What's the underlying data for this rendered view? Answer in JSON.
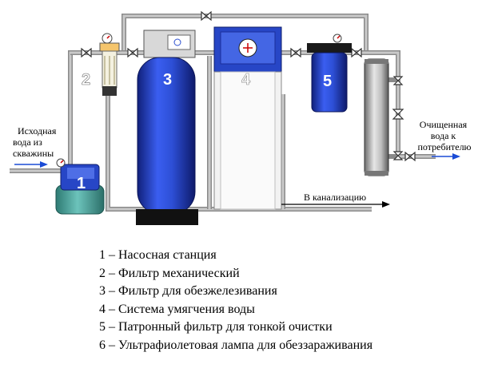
{
  "labels": {
    "source": [
      "Исходная",
      "вода из",
      "скважины"
    ],
    "sewer": "В канализацию",
    "consumer": [
      "Очищенная",
      "вода к",
      "потребителю"
    ]
  },
  "numbers": [
    "1",
    "2",
    "3",
    "4",
    "5"
  ],
  "legend": [
    "1 – Насосная станция",
    "2 – Фильтр  механический",
    "3 – Фильтр для обезжелезивания",
    "4 – Система умягчения воды",
    "5 – Патронный фильтр для тонкой очистки",
    "6 – Ультрафиолетовая лампа для обеззараживания"
  ],
  "colors": {
    "filter_blue": "#2b4fd0",
    "pipe": "#8a8a8a",
    "pump_green": "#4aa39b",
    "arrow_blue": "#1a4bd6"
  }
}
